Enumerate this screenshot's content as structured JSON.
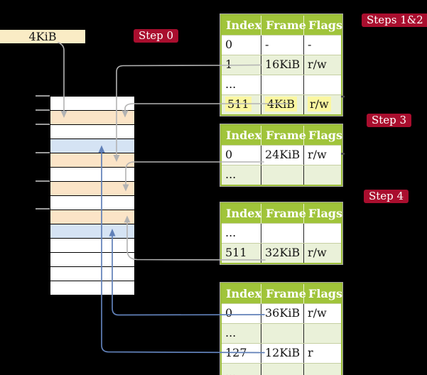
{
  "colors": {
    "background": "#000000",
    "table_header_green": "#A0C43A",
    "table_border_green": "#9CBE37",
    "table_row_green": "#EAF1D9",
    "highlight_yellow": "#FBF7A0",
    "badge_red": "#A90E2E",
    "pointer_box_cream": "#FAECC5",
    "frame_orange": "#FBE4C7",
    "frame_blue": "#D5E3F4",
    "arrow_gray": "#B3B3B3",
    "arrow_blue": "#6080B8"
  },
  "pointer_box": {
    "label": "4KiB"
  },
  "badges": {
    "step0": "Step 0",
    "steps12": "Steps 1&2",
    "step3": "Step 3",
    "step4": "Step 4"
  },
  "memory": {
    "rows": [
      "plain",
      "table",
      "plain",
      "data",
      "table",
      "plain",
      "table",
      "plain",
      "table",
      "data",
      "plain",
      "plain",
      "plain",
      "plain"
    ],
    "tick_rows": [
      0,
      1,
      2,
      4,
      6,
      8
    ]
  },
  "tables": {
    "headers": [
      "Index",
      "Frame",
      "Flags"
    ],
    "t1": {
      "rows": [
        [
          "0",
          "-",
          "-"
        ],
        [
          "1",
          "16KiB",
          "r/w"
        ],
        [
          "...",
          "",
          ""
        ],
        [
          "511",
          "4KiB",
          "r/w"
        ]
      ]
    },
    "t2": {
      "rows": [
        [
          "0",
          "24KiB",
          "r/w"
        ],
        [
          "...",
          "",
          ""
        ]
      ]
    },
    "t3": {
      "rows": [
        [
          "...",
          "",
          ""
        ],
        [
          "511",
          "32KiB",
          "r/w"
        ]
      ]
    },
    "t4": {
      "rows": [
        [
          "0",
          "36KiB",
          "r/w"
        ],
        [
          "...",
          "",
          ""
        ],
        [
          "127",
          "12KiB",
          "r"
        ],
        [
          "...",
          "",
          ""
        ]
      ]
    }
  },
  "connections": [
    {
      "from": "pointer-box 4KiB",
      "to": "memory frame 4KiB",
      "color": "gray"
    },
    {
      "from": "table1 index 1 (16KiB)",
      "to": "memory frame 16KiB",
      "color": "gray"
    },
    {
      "from": "table1 index 511 (4KiB)",
      "to": "memory frame 4KiB",
      "color": "gray"
    },
    {
      "from": "table2 index 0 (24KiB)",
      "to": "memory frame 24KiB",
      "color": "gray"
    },
    {
      "from": "table3 index 511 (32KiB)",
      "to": "memory frame 32KiB",
      "color": "gray"
    },
    {
      "from": "table4 index 0 (36KiB)",
      "to": "memory frame 36KiB",
      "color": "blue"
    },
    {
      "from": "table4 index 127 (12KiB)",
      "to": "memory frame 12KiB",
      "color": "blue"
    }
  ]
}
